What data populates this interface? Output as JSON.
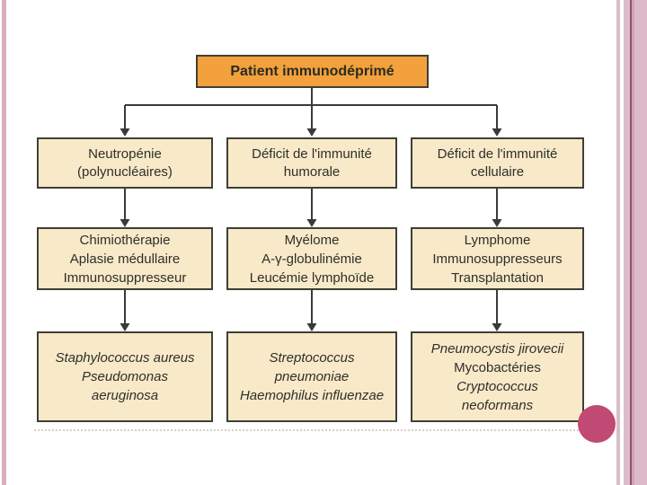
{
  "slide": {
    "background": "#ffffff",
    "decor": {
      "left_stripe_color": "#d9b0bf",
      "right_stripe_light": "#dabdc9",
      "right_stripe_maroon": "#a04a66",
      "right_stripe_medium": "#cfa6b5",
      "accent_circle_color": "#c04a74"
    }
  },
  "diagram": {
    "type": "flowchart",
    "box_fill": "#f8e9c9",
    "root_fill": "#f2a13c",
    "border_color": "#3f3f35",
    "root": {
      "label": "Patient immunodéprimé"
    },
    "columns": [
      {
        "deficit": {
          "lines": [
            "Neutropénie",
            "(polynucléaires)"
          ]
        },
        "causes": {
          "lines": [
            "Chimiothérapie",
            "Aplasie médullaire",
            "Immunosuppresseur"
          ]
        },
        "pathogens": {
          "lines": [
            "Staphylococcus aureus",
            "Pseudomonas",
            "aeruginosa"
          ]
        }
      },
      {
        "deficit": {
          "lines": [
            "Déficit de l'immunité",
            "humorale"
          ]
        },
        "causes": {
          "lines": [
            "Myélome",
            "A-γ-globulinémie",
            "Leucémie lymphoïde"
          ]
        },
        "pathogens": {
          "lines": [
            "Streptococcus",
            "pneumoniae",
            "Haemophilus influenzae"
          ]
        }
      },
      {
        "deficit": {
          "lines": [
            "Déficit de l'immunité",
            "cellulaire"
          ]
        },
        "causes": {
          "lines": [
            "Lymphome",
            "Immunosuppresseurs",
            "Transplantation"
          ]
        },
        "pathogens": {
          "lines": [
            "Pneumocystis jirovecii",
            "Mycobactéries",
            "Cryptococcus",
            "neoformans"
          ]
        }
      }
    ]
  }
}
